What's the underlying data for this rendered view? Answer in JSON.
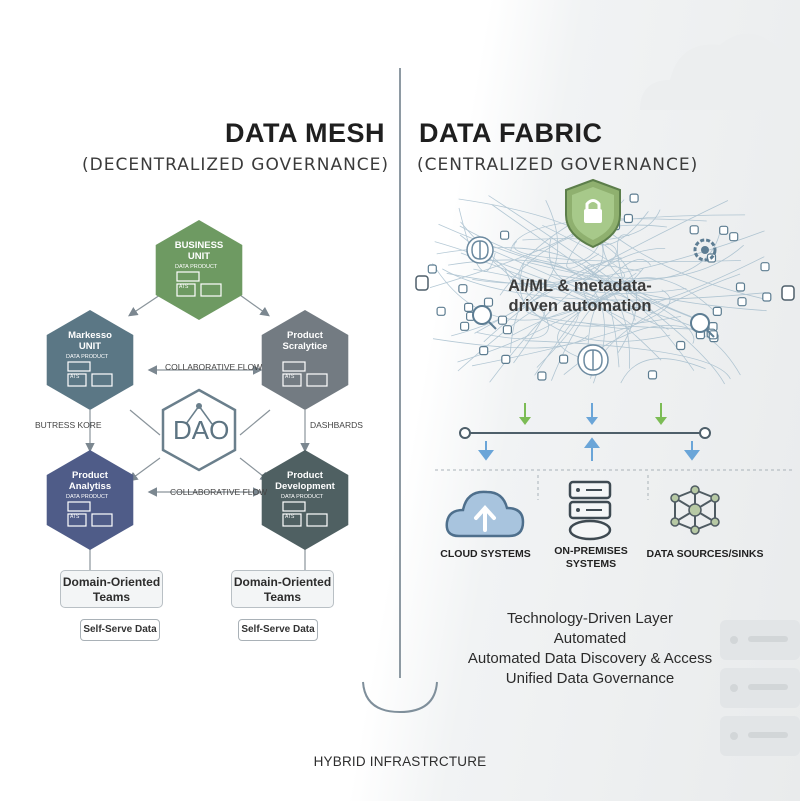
{
  "left": {
    "title": "DATA MESH",
    "subtitle": "(DECENTRALIZED GOVERNANCE)",
    "hexes": [
      {
        "id": "top",
        "label": "BUSINESS\nUNIT",
        "sub": "DATA PRODUCT",
        "color": "#6e9a62"
      },
      {
        "id": "left",
        "label": "Markesso\nUNIT",
        "sub": "DATA PRODUCT",
        "color": "#5b7785"
      },
      {
        "id": "right",
        "label": "Product\nScralytice",
        "sub": "",
        "color": "#737b82"
      },
      {
        "id": "bl",
        "label": "Product\nAnalytiss",
        "sub": "DATA PRODUCT",
        "color": "#4f5c88"
      },
      {
        "id": "br",
        "label": "Product\nDevelopment",
        "sub": "DATA PRODUCT",
        "color": "#4f6062"
      }
    ],
    "hex_badge": "ATS",
    "center_logo": "DAO",
    "flow_top": "COLLABORATIVE FLOW",
    "flow_bottom": "COLLABORATIVE FLOW",
    "side_left": "BUTRESS KORE",
    "side_right": "DASHBARDS",
    "teams_left": "Domain-Oriented\nTeams",
    "teams_right": "Domain-Oriented\nTeams",
    "bubble_left": "Self-Serve Data",
    "bubble_right": "Self-Serve Data"
  },
  "right": {
    "title": "DATA FABRIC",
    "subtitle": "(CENTRALIZED GOVERNANCE)",
    "ai_label_1": "AI/ML & metadata-",
    "ai_label_2": "driven automation",
    "infra": [
      {
        "id": "cloud",
        "label": "CLOUD SYSTEMS"
      },
      {
        "id": "onprem",
        "label": "ON-PREMISES\nSYSTEMS"
      },
      {
        "id": "sources",
        "label": "DATA SOURCES/SINKS"
      }
    ],
    "layer_lines": [
      "Technology-Driven Layer",
      "Automated",
      "Automated Data Discovery & Access",
      "Unified Data Governance"
    ]
  },
  "footer": "HYBRID INFRASTRCTURE",
  "colors": {
    "green": "#6e9a62",
    "slate": "#5b7785",
    "navy": "#4f5c88",
    "shield": "#8fb06f",
    "cloud": "#a8c4de",
    "arrow_green": "#7cbc55",
    "arrow_blue": "#6aa5d8"
  }
}
